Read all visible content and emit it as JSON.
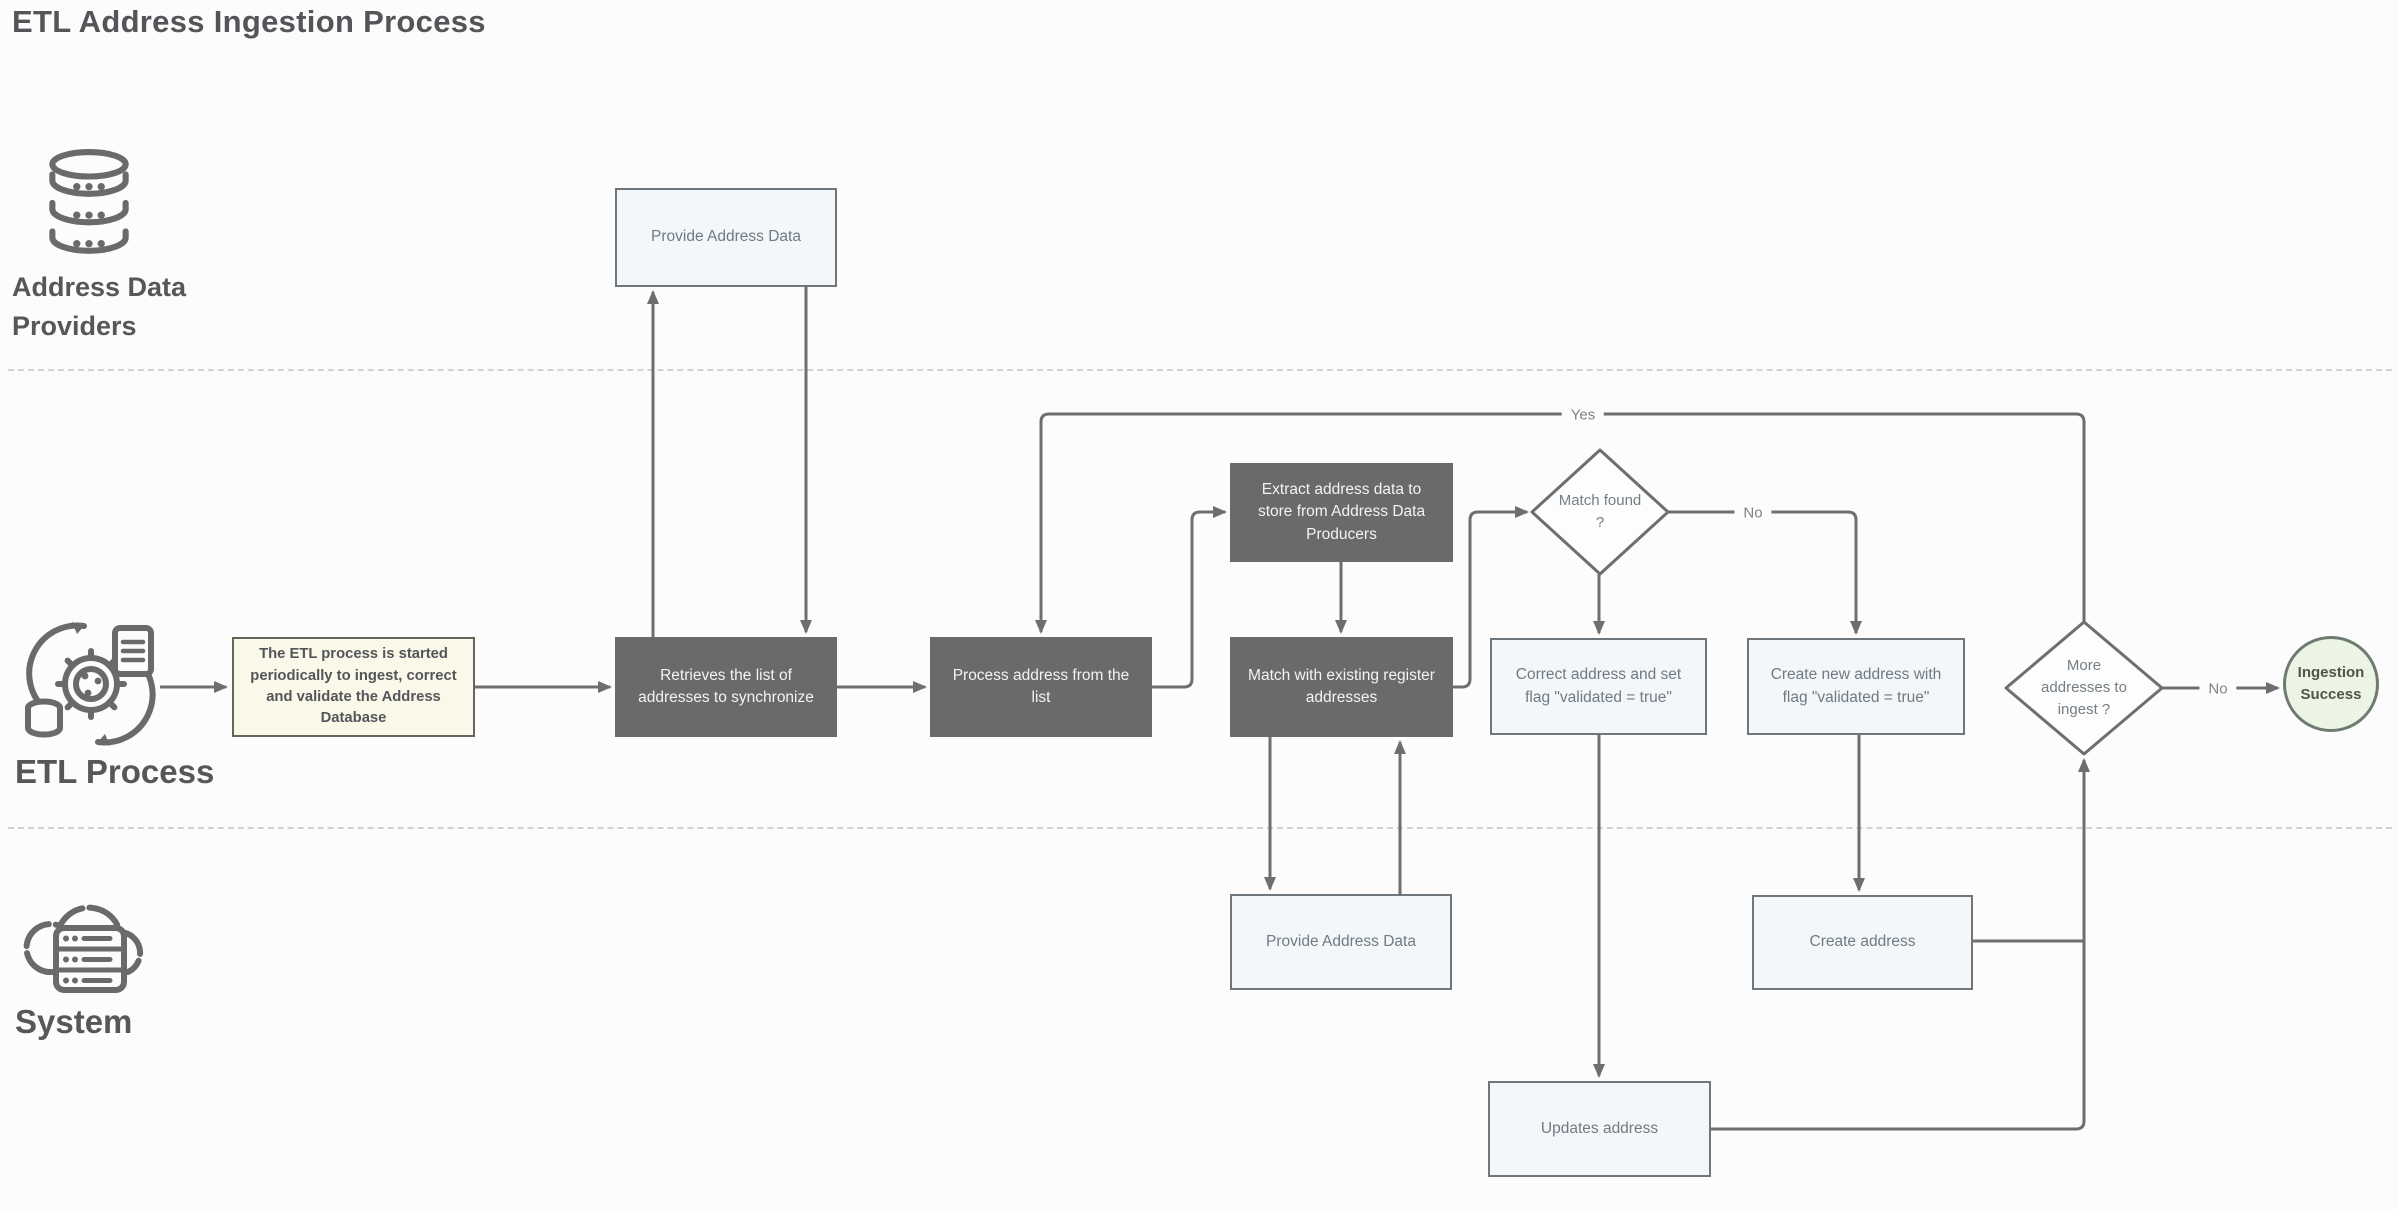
{
  "title": "ETL Address Ingestion Process",
  "lanes": [
    {
      "label": "Address Data Providers",
      "icon": "database-icon"
    },
    {
      "label": "ETL Process",
      "icon": "etl-process-icon"
    },
    {
      "label": "System",
      "icon": "cloud-server-icon"
    }
  ],
  "nodes": {
    "provide_top": {
      "text": "Provide Address Data",
      "type": "task-light"
    },
    "start_note": {
      "text": "The ETL process is started periodically to ingest, correct and validate the Address Database",
      "type": "note"
    },
    "retrieves": {
      "text": "Retrieves the list of addresses to synchronize",
      "type": "task-dark"
    },
    "process": {
      "text": "Process address from the list",
      "type": "task-dark"
    },
    "extract": {
      "text": "Extract address data to store from Address Data Producers",
      "type": "task-dark"
    },
    "match": {
      "text": "Match with existing register addresses",
      "type": "task-dark"
    },
    "match_found": {
      "text": "Match found ?",
      "type": "decision"
    },
    "correct": {
      "text": "Correct address and set flag \"validated = true\"",
      "type": "task-light"
    },
    "create_new": {
      "text": "Create new address with flag \"validated = true\"",
      "type": "task-light"
    },
    "more": {
      "text": "More addresses to ingest ?",
      "type": "decision"
    },
    "success": {
      "text": "Ingestion Success",
      "type": "end"
    },
    "provide_bottom": {
      "text": "Provide Address Data",
      "type": "task-light"
    },
    "create_addr": {
      "text": "Create address",
      "type": "task-light"
    },
    "updates": {
      "text": "Updates address",
      "type": "task-light"
    }
  },
  "edge_labels": {
    "yes": "Yes",
    "no_match": "No",
    "no_more": "No"
  },
  "colors": {
    "background": "#fcfcfc",
    "task_dark_fill": "#6a6a6a",
    "task_dark_text": "#f3f3f3",
    "task_light_fill": "#f3f7fa",
    "task_light_border": "#6f767c",
    "task_light_text": "#6f7a82",
    "note_fill": "#faf8e9",
    "note_border": "#65655b",
    "decision_fill": "#fdfdfd",
    "end_fill": "#ecf4e6",
    "end_border": "#6f7a70",
    "connector": "#6e6e6e",
    "lane_divider": "#d2d2d2",
    "title_text": "#545559"
  }
}
